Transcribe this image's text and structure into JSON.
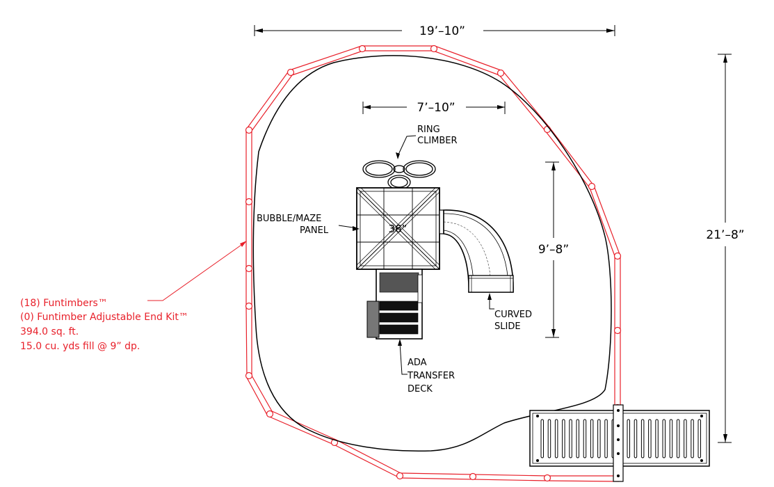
{
  "dimensions": {
    "overall_width": "19’–10”",
    "overall_height": "21’–8”",
    "structure_width": "7’–10”",
    "structure_depth": "9’–8”"
  },
  "labels": {
    "ring_climber_line1": "RING",
    "ring_climber_line2": "CLIMBER",
    "bubble_panel_line1": "BUBBLE/MAZE",
    "bubble_panel_line2": "PANEL",
    "deck_height": "36”",
    "curved_slide_line1": "CURVED",
    "curved_slide_line2": "SLIDE",
    "ada_line1": "ADA",
    "ada_line2": "TRANSFER",
    "ada_line3": "DECK"
  },
  "notes": {
    "line1": "(18) Funtimbers™",
    "line2": "(0) Funtimber  Adjustable End Kit™",
    "line3": "394.0 sq. ft.",
    "line4": "15.0 cu. yds fill @ 9” dp."
  },
  "colors": {
    "border_red": "#e8202a",
    "line": "#000000",
    "background": "#ffffff"
  }
}
